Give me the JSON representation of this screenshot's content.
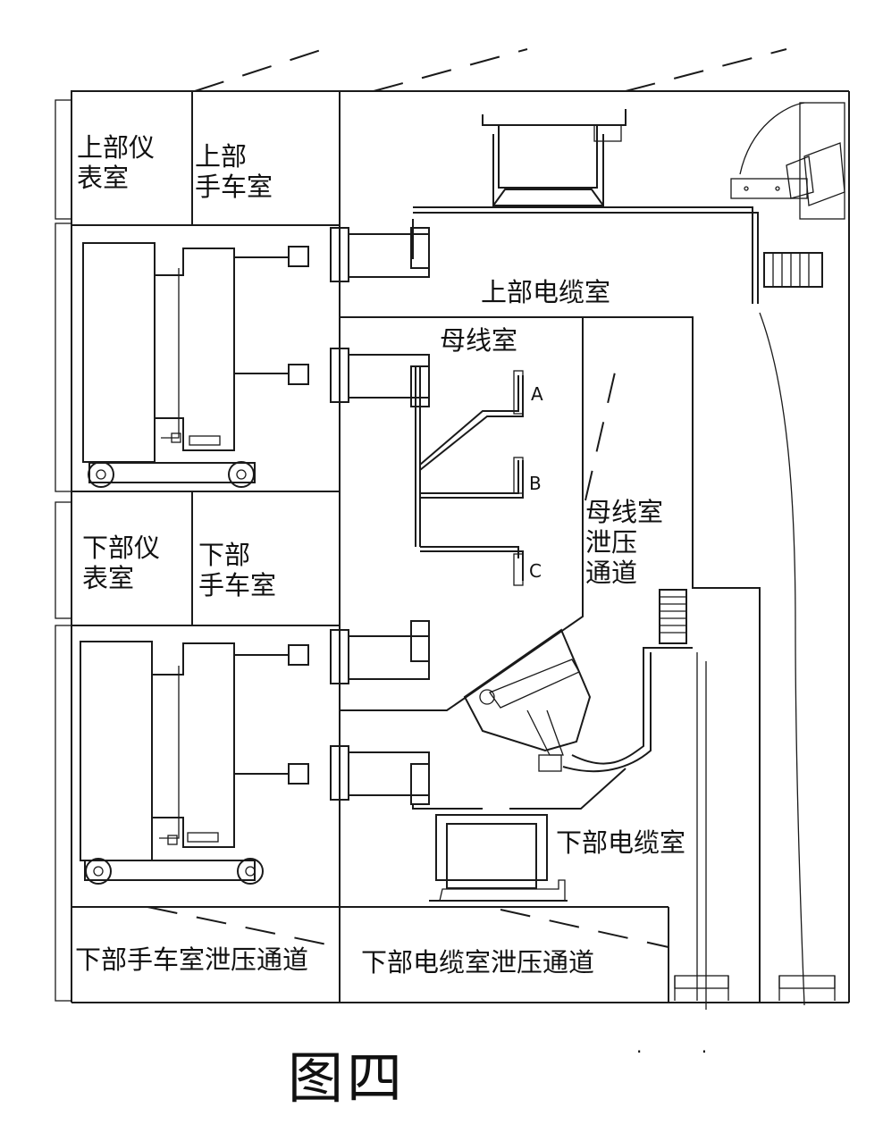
{
  "compartments": {
    "upper_instrument_room": "上部仪\n表室",
    "upper_truck_room": "上部\n手车室",
    "upper_cable_room": "上部电缆室",
    "busbar_room": "母线室",
    "busbar_relief": "母线室\n泄压\n通道",
    "lower_instrument_room": "下部仪\n表室",
    "lower_truck_room": "下部\n手车室",
    "lower_cable_room": "下部电缆室",
    "lower_truck_relief": "下部手车室泄压通道",
    "lower_cable_relief": "下部电缆室泄压通道"
  },
  "phases": [
    "A",
    "B",
    "C"
  ],
  "caption": "图四",
  "corner_mark": ". ."
}
